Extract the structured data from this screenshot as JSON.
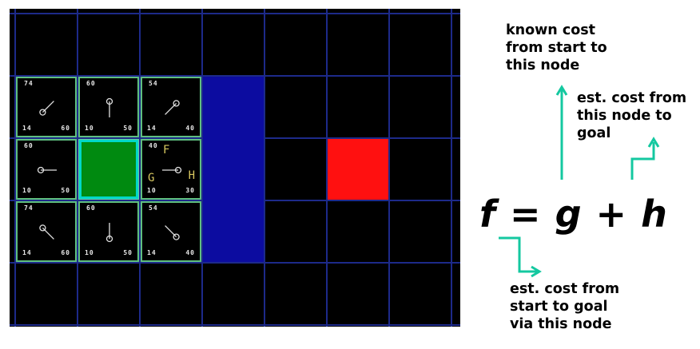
{
  "grid": {
    "rows": 5,
    "cols": 7,
    "open_cells": [
      {
        "row": 1,
        "col": 0,
        "f": "74",
        "g": "14",
        "h": "60",
        "pointer": "up-right",
        "letters": null
      },
      {
        "row": 1,
        "col": 1,
        "f": "60",
        "g": "10",
        "h": "50",
        "pointer": "down",
        "letters": null
      },
      {
        "row": 1,
        "col": 2,
        "f": "54",
        "g": "14",
        "h": "40",
        "pointer": "down-left",
        "letters": null
      },
      {
        "row": 2,
        "col": 0,
        "f": "60",
        "g": "10",
        "h": "50",
        "pointer": "right",
        "letters": null
      },
      {
        "row": 2,
        "col": 2,
        "f": "40",
        "g": "10",
        "h": "30",
        "pointer": "left",
        "letters": {
          "f": "F",
          "g": "G",
          "h": "H"
        }
      },
      {
        "row": 3,
        "col": 0,
        "f": "74",
        "g": "14",
        "h": "60",
        "pointer": "down-right",
        "letters": null
      },
      {
        "row": 3,
        "col": 1,
        "f": "60",
        "g": "10",
        "h": "50",
        "pointer": "up",
        "letters": null
      },
      {
        "row": 3,
        "col": 2,
        "f": "54",
        "g": "14",
        "h": "40",
        "pointer": "up-left",
        "letters": null
      }
    ],
    "start": {
      "row": 2,
      "col": 1
    },
    "wall": {
      "col": 3,
      "rows": [
        1,
        2,
        3
      ]
    },
    "goal": {
      "row": 2,
      "col": 5
    }
  },
  "colors": {
    "grid_bg": "#000000",
    "grid_line": "#1d2a8a",
    "wall": "#0c0ca0",
    "goal": "#ff1010",
    "start": "#008a10",
    "open_border": "#5fbf7f",
    "arrow": "#14c8a0"
  },
  "formula": {
    "f": "f",
    "eq": "=",
    "g": "g",
    "plus": "+",
    "h": "h"
  },
  "annotations": {
    "g_note": [
      "known cost",
      "from start to",
      "this node"
    ],
    "h_note": [
      "est. cost from",
      "this node to",
      "goal"
    ],
    "f_note": [
      "est. cost from",
      "start to goal",
      "via this node"
    ]
  }
}
